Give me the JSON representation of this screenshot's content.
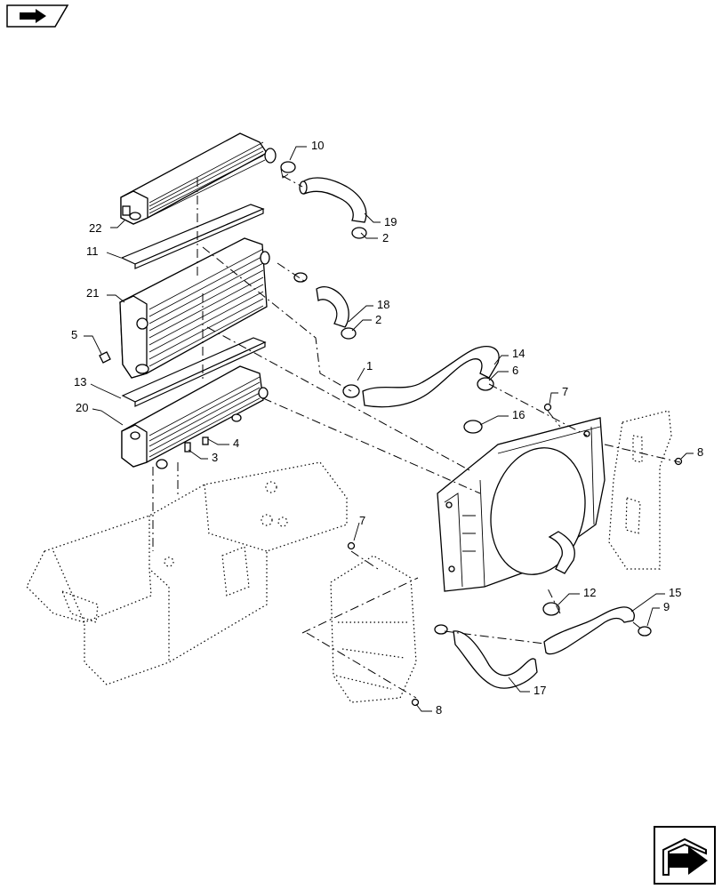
{
  "callouts": [
    {
      "id": "c1",
      "label": "1"
    },
    {
      "id": "c2a",
      "label": "2"
    },
    {
      "id": "c2b",
      "label": "2"
    },
    {
      "id": "c3",
      "label": "3"
    },
    {
      "id": "c4",
      "label": "4"
    },
    {
      "id": "c5",
      "label": "5"
    },
    {
      "id": "c6",
      "label": "6"
    },
    {
      "id": "c7a",
      "label": "7"
    },
    {
      "id": "c7b",
      "label": "7"
    },
    {
      "id": "c8a",
      "label": "8"
    },
    {
      "id": "c8b",
      "label": "8"
    },
    {
      "id": "c9",
      "label": "9"
    },
    {
      "id": "c10",
      "label": "10"
    },
    {
      "id": "c11",
      "label": "11"
    },
    {
      "id": "c12",
      "label": "12"
    },
    {
      "id": "c13",
      "label": "13"
    },
    {
      "id": "c14",
      "label": "14"
    },
    {
      "id": "c15",
      "label": "15"
    },
    {
      "id": "c16",
      "label": "16"
    },
    {
      "id": "c17",
      "label": "17"
    },
    {
      "id": "c18",
      "label": "18"
    },
    {
      "id": "c19",
      "label": "19"
    },
    {
      "id": "c20",
      "label": "20"
    },
    {
      "id": "c21",
      "label": "21"
    },
    {
      "id": "c22",
      "label": "22"
    }
  ],
  "icons": {
    "top_left": "book-arrow-icon",
    "bottom_right": "next-page-arrow-icon"
  }
}
